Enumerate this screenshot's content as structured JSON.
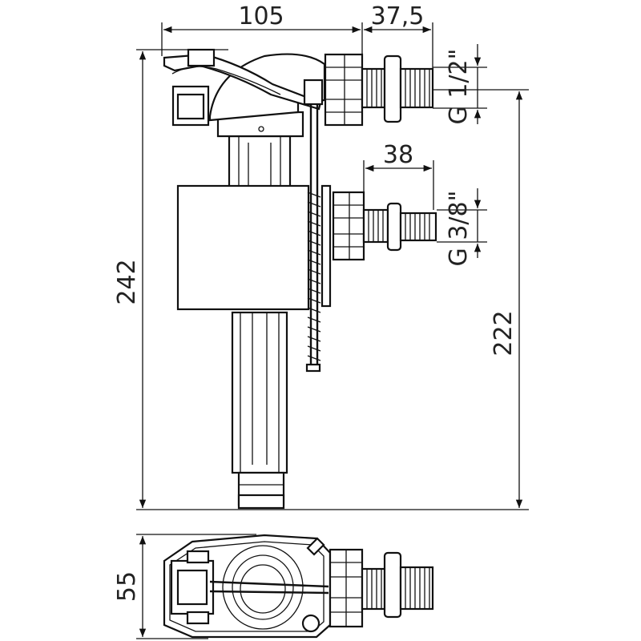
{
  "dimensions": {
    "width_top": "105",
    "width_nipple_top": "37,5",
    "width_nipple_mid": "38",
    "height_total": "242",
    "height_inlet": "222",
    "depth_bottom": "55",
    "thread_top": "G 1/2\"",
    "thread_mid": "G 3/8\""
  },
  "colors": {
    "line": "#111111",
    "fill": "#ffffff"
  }
}
